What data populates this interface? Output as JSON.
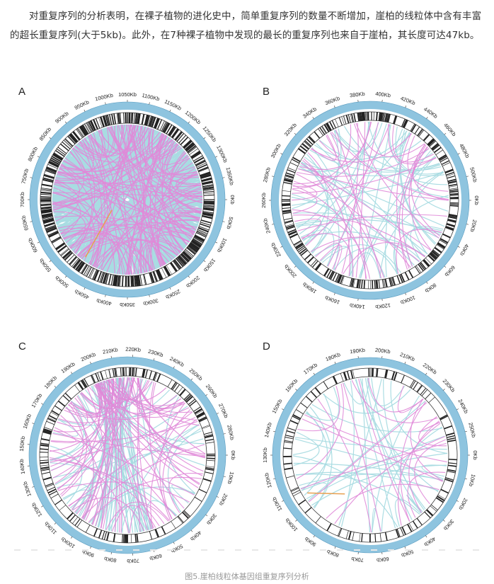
{
  "paragraph": "对重复序列的分析表明，在裸子植物的进化史中，简单重复序列的数量不断增加，崖柏的线粒体中含有丰富的超长重复序列(大于5kb)。此外，在7种裸子植物中发现的最长的重复序列也来自于崖柏，其长度可达47kb。",
  "caption": "图5.崖柏线粒体基因组重复序列分析",
  "colors": {
    "ring": "#8ec4df",
    "ringStroke": "#5a9cc0",
    "repeatCyan": "#a8dbe2",
    "repeatPink": "#e08ad8",
    "repeatOrange": "#e8a050",
    "tick": "#222222"
  },
  "panels": [
    {
      "label": "A",
      "ticks": [
        "0Kb",
        "50Kb",
        "100Kb",
        "150Kb",
        "200Kb",
        "250Kb",
        "300Kb",
        "350Kb",
        "400Kb",
        "450Kb",
        "500Kb",
        "550Kb",
        "600Kb",
        "650Kb",
        "700Kb",
        "750Kb",
        "800Kb",
        "850Kb",
        "900Kb",
        "950Kb",
        "1000Kb",
        "1050Kb",
        "1100Kb",
        "1150Kb",
        "1200Kb",
        "1250Kb",
        "1300Kb",
        "1350Kb"
      ],
      "density": "high"
    },
    {
      "label": "B",
      "ticks": [
        "0Kb",
        "20Kb",
        "40Kb",
        "60Kb",
        "80Kb",
        "100Kb",
        "120Kb",
        "140Kb",
        "160Kb",
        "180Kb",
        "200Kb",
        "220Kb",
        "240Kb",
        "260Kb",
        "280Kb",
        "300Kb",
        "320Kb",
        "340Kb",
        "360Kb",
        "380Kb",
        "400Kb",
        "420Kb",
        "440Kb",
        "460Kb",
        "480Kb",
        "500Kb"
      ],
      "density": "medium"
    },
    {
      "label": "C",
      "ticks": [
        "0Kb",
        "10Kb",
        "20Kb",
        "30Kb",
        "40Kb",
        "50Kb",
        "60Kb",
        "70Kb",
        "80Kb",
        "90Kb",
        "100Kb",
        "110Kb",
        "120Kb",
        "130Kb",
        "140Kb",
        "150Kb",
        "160Kb",
        "170Kb",
        "180Kb",
        "190Kb",
        "200Kb",
        "210Kb",
        "220Kb",
        "230Kb",
        "240Kb",
        "250Kb",
        "260Kb",
        "270Kb",
        "280Kb"
      ],
      "density": "medium"
    },
    {
      "label": "D",
      "ticks": [
        "0Kb",
        "10Kb",
        "20Kb",
        "30Kb",
        "40Kb",
        "50Kb",
        "60Kb",
        "70Kb",
        "80Kb",
        "90Kb",
        "100Kb",
        "110Kb",
        "120Kb",
        "130Kb",
        "140Kb",
        "150Kb",
        "160Kb",
        "170Kb",
        "180Kb",
        "190Kb",
        "200Kb",
        "210Kb",
        "220Kb",
        "230Kb",
        "240Kb",
        "250Kb"
      ],
      "density": "low"
    }
  ]
}
